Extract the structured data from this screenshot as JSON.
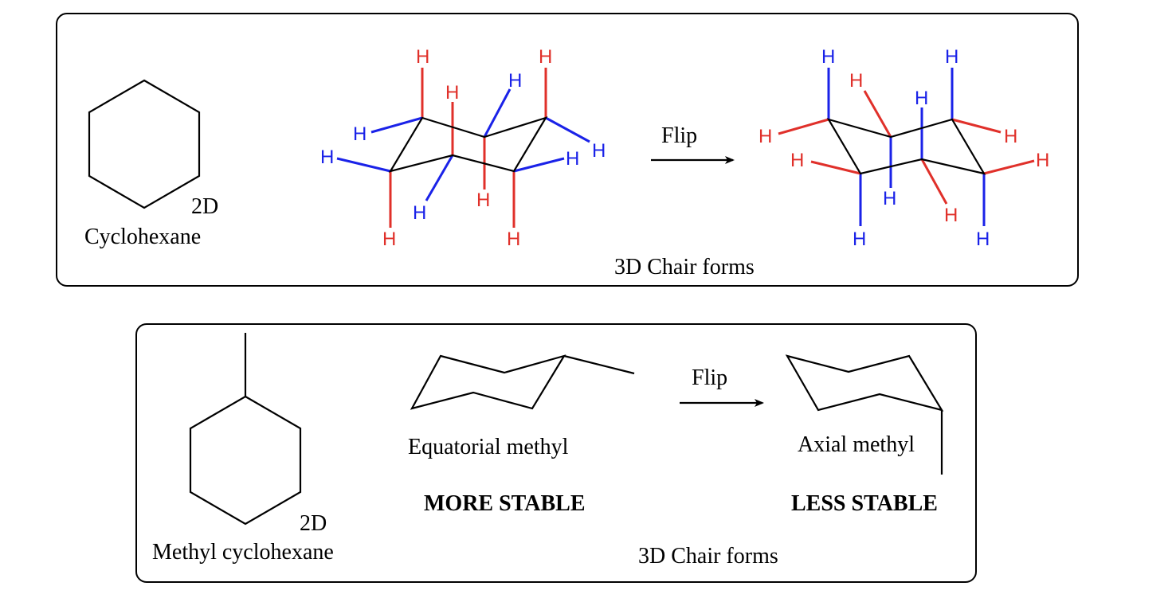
{
  "colors": {
    "red": "#e0302a",
    "blue": "#1a22e8",
    "black": "#000000"
  },
  "top": {
    "label_2d": "2D",
    "label_name": "Cyclohexane",
    "flip": "Flip",
    "caption": "3D Chair forms",
    "atom": "H"
  },
  "bottom": {
    "label_2d": "2D",
    "label_name": "Methyl cyclohexane",
    "flip": "Flip",
    "caption": "3D Chair forms",
    "equatorial": "Equatorial methyl",
    "axial": "Axial methyl",
    "more_stable": "MORE STABLE",
    "less_stable": "LESS STABLE"
  }
}
